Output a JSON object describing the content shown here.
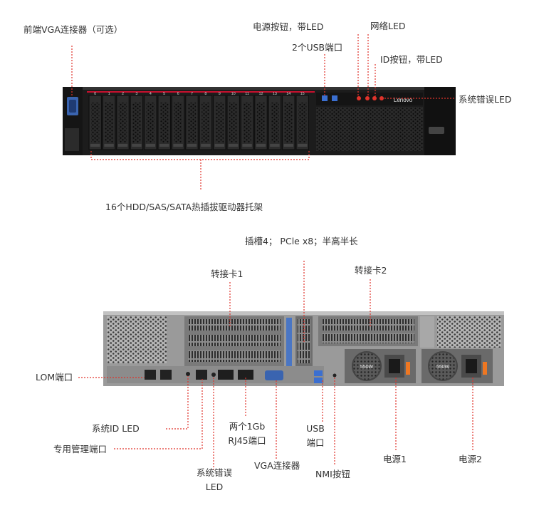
{
  "front": {
    "vga_label": "前端VGA连接器（可选）",
    "power_button_label": "电源按钮，带LED",
    "network_led_label": "网络LED",
    "usb_label": "2个USB端口",
    "id_button_label": "ID按钮，带LED",
    "system_error_led_label": "系统错误LED",
    "drive_bays_label": "16个HDD/SAS/SATA热插拔驱动器托架",
    "brand": "Lenovo",
    "bay_numbers": [
      "0",
      "1",
      "2",
      "3",
      "4",
      "5",
      "6",
      "7",
      "8",
      "9",
      "10",
      "11",
      "12",
      "13",
      "14",
      "15"
    ]
  },
  "rear": {
    "slot4_label": "插槽4； PCle x8；半高半长",
    "riser1_label": "转接卡1",
    "riser2_label": "转接卡2",
    "lom_label": "LOM端口",
    "system_id_led_label": "系统ID LED",
    "mgmt_port_label": "专用管理端口",
    "system_error_led_line1": "系统错误",
    "system_error_led_line2": "LED",
    "rj45_line1": "两个1Gb",
    "rj45_line2": "RJ45端口",
    "vga_label": "VGA连接器",
    "usb_line1": "USB",
    "usb_line2": "端口",
    "nmi_label": "NMI按钮",
    "psu1_label": "电源1",
    "psu2_label": "电源2",
    "psu_rating": "550W"
  },
  "colors": {
    "leader": "#e0332b",
    "chassis_dark": "#1c1c1c",
    "chassis_grey": "#9a9a9a",
    "accent_red": "#c8102e"
  }
}
